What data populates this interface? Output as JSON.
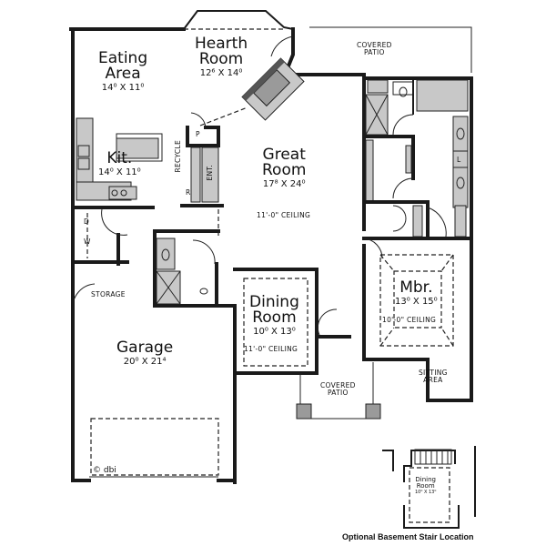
{
  "plan": {
    "rooms": {
      "eating_area": {
        "name_line1": "Eating",
        "name_line2": "Area",
        "dims": "14⁰ X 11⁰"
      },
      "hearth_room": {
        "name_line1": "Hearth",
        "name_line2": "Room",
        "dims": "12⁶ X 14⁰"
      },
      "kitchen": {
        "name": "Kit.",
        "dims": "14⁰ X 11⁰"
      },
      "great_room": {
        "name_line1": "Great",
        "name_line2": "Room",
        "dims": "17⁸ X 24⁰",
        "ceiling": "11'-0\" CEILING"
      },
      "dining_room": {
        "name_line1": "Dining",
        "name_line2": "Room",
        "dims": "10⁰ X 13⁰",
        "ceiling": "11'-0\" CEILING"
      },
      "master_bedroom": {
        "name": "Mbr.",
        "dims": "13⁰ X 15⁰",
        "ceiling": "10'-0\" CEILING"
      },
      "sitting_area": {
        "line1": "SITTING",
        "line2": "AREA"
      },
      "garage": {
        "name": "Garage",
        "dims": "20⁰ X 21⁴"
      },
      "storage": {
        "name": "STORAGE"
      }
    },
    "labels": {
      "covered_patio_top_1": "COVERED",
      "covered_patio_top_2": "PATIO",
      "covered_patio_bottom_1": "COVERED",
      "covered_patio_bottom_2": "PATIO",
      "recycle": "RECYCLE",
      "pantry": "P",
      "refrigerator": "R",
      "entry": "ENT.",
      "dryer": "D",
      "washer": "W",
      "linen": "L",
      "copyright": "© dbi"
    },
    "inset": {
      "name_line1": "Dining",
      "name_line2": "Room",
      "dims": "10⁰ X 13⁰",
      "caption": "Optional Basement Stair Location"
    }
  }
}
